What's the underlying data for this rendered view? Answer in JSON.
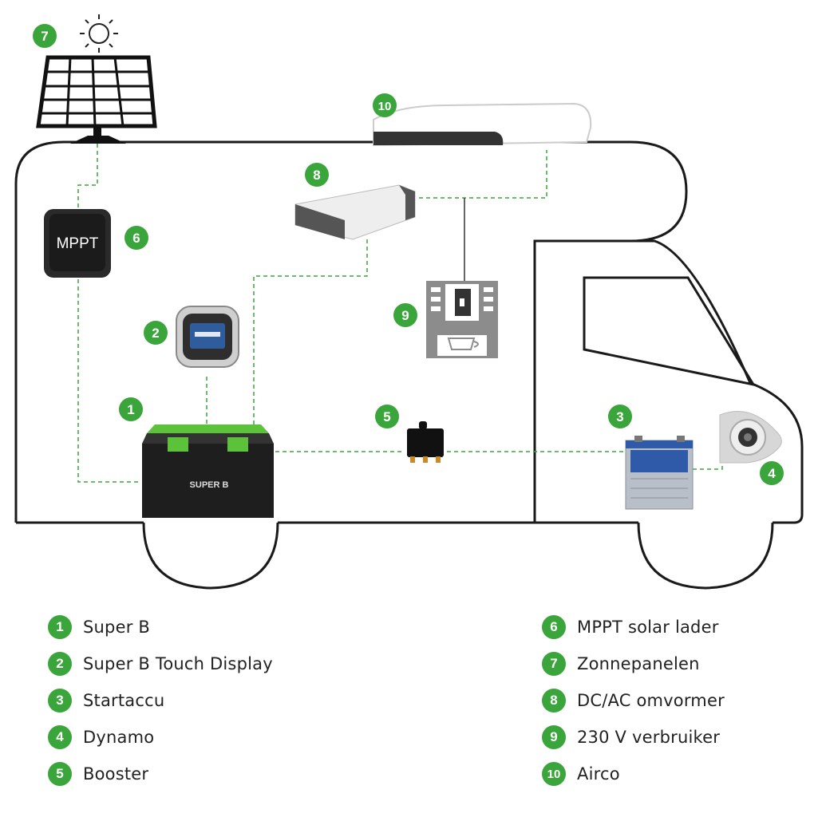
{
  "colors": {
    "badge_green": "#3aa53a",
    "connector_green": "#3aa53a",
    "outline": "#1a1a1a",
    "battery_green": "#5cc23a"
  },
  "device_labels": {
    "mppt": "MPPT"
  },
  "badges": [
    "1",
    "2",
    "3",
    "4",
    "5",
    "6",
    "7",
    "8",
    "9",
    "10"
  ],
  "legend": {
    "left": [
      {
        "num": "1",
        "label": "Super B"
      },
      {
        "num": "2",
        "label": "Super B Touch Display"
      },
      {
        "num": "3",
        "label": "Startaccu"
      },
      {
        "num": "4",
        "label": "Dynamo"
      },
      {
        "num": "5",
        "label": "Booster"
      }
    ],
    "right": [
      {
        "num": "6",
        "label": "MPPT solar lader"
      },
      {
        "num": "7",
        "label": "Zonnepanelen"
      },
      {
        "num": "8",
        "label": "DC/AC omvormer"
      },
      {
        "num": "9",
        "label": "230 V verbruiker"
      },
      {
        "num": "10",
        "label": "Airco"
      }
    ]
  },
  "icons": [
    "sun-icon",
    "solar-panel-icon",
    "mppt-icon",
    "touch-display-icon",
    "battery-icon",
    "booster-icon",
    "start-battery-icon",
    "dynamo-icon",
    "inverter-icon",
    "coffee-machine-icon",
    "airco-icon",
    "camper-outline"
  ]
}
